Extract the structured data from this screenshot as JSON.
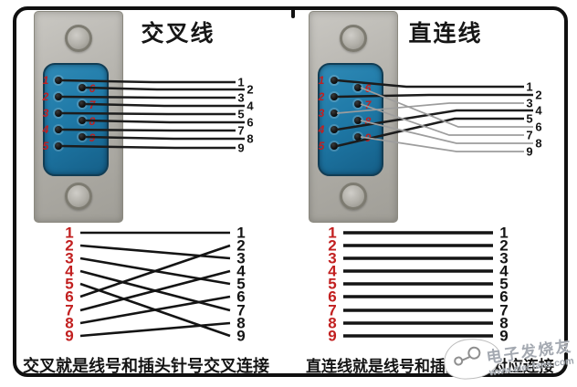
{
  "left_panel": {
    "title": "交叉线",
    "caption": "交叉就是线号和插头针号交叉连接",
    "photo": {
      "pin_numbers_col1": [
        "1",
        "2",
        "3",
        "4",
        "5"
      ],
      "pin_numbers_col2": [
        "6",
        "7",
        "8",
        "9"
      ]
    },
    "wire_labels": [
      "1",
      "2",
      "3",
      "4",
      "5",
      "6",
      "7",
      "8",
      "9"
    ],
    "photo_connections": [
      [
        1,
        1
      ],
      [
        6,
        2
      ],
      [
        2,
        3
      ],
      [
        7,
        4
      ],
      [
        3,
        5
      ],
      [
        8,
        6
      ],
      [
        4,
        7
      ],
      [
        9,
        8
      ],
      [
        5,
        9
      ]
    ],
    "photo_line_colors": [
      "dark",
      "dark",
      "dark",
      "dark",
      "dark",
      "dark",
      "dark",
      "dark",
      "dark"
    ],
    "diagram": {
      "left_labels": [
        "1",
        "2",
        "3",
        "4",
        "5",
        "6",
        "7",
        "8",
        "9"
      ],
      "right_labels": [
        "1",
        "2",
        "3",
        "4",
        "5",
        "6",
        "7",
        "8",
        "9"
      ],
      "connections": [
        [
          1,
          1
        ],
        [
          2,
          3
        ],
        [
          3,
          5
        ],
        [
          4,
          7
        ],
        [
          5,
          9
        ],
        [
          6,
          2
        ],
        [
          7,
          4
        ],
        [
          8,
          6
        ],
        [
          9,
          8
        ]
      ]
    }
  },
  "right_panel": {
    "title": "直连线",
    "caption": "直连线就是线号和插头针号对应连接",
    "photo": {
      "pin_numbers_col1": [
        "1",
        "2",
        "3",
        "4",
        "5"
      ],
      "pin_numbers_col2": [
        "6",
        "7",
        "8",
        "9"
      ]
    },
    "wire_labels": [
      "1",
      "2",
      "3",
      "4",
      "5",
      "6",
      "7",
      "8",
      "9"
    ],
    "photo_connections": [
      [
        1,
        1
      ],
      [
        2,
        2
      ],
      [
        3,
        3
      ],
      [
        4,
        4
      ],
      [
        5,
        5
      ],
      [
        6,
        6
      ],
      [
        7,
        7
      ],
      [
        8,
        8
      ],
      [
        9,
        9
      ]
    ],
    "photo_line_colors": [
      "dark",
      "dark",
      "gray",
      "dark",
      "dark",
      "gray",
      "gray",
      "gray",
      "gray"
    ],
    "diagram": {
      "left_labels": [
        "1",
        "2",
        "3",
        "4",
        "5",
        "6",
        "7",
        "8",
        "9"
      ],
      "right_labels": [
        "1",
        "2",
        "3",
        "4",
        "5",
        "6",
        "7",
        "8",
        "9"
      ],
      "connections": [
        [
          1,
          1
        ],
        [
          2,
          2
        ],
        [
          3,
          3
        ],
        [
          4,
          4
        ],
        [
          5,
          5
        ],
        [
          6,
          6
        ],
        [
          7,
          7
        ],
        [
          8,
          8
        ],
        [
          9,
          9
        ]
      ]
    }
  },
  "watermark": {
    "site_name": "电子发烧友",
    "url": "www.elecfans.com"
  },
  "colors": {
    "wire_dark": "#1c1c1c",
    "wire_gray": "#9d9d9d",
    "diagram_line": "#141414",
    "pin_label_red": "#c22020",
    "diagram_left_red": "#c22020",
    "diagram_right_black": "#151515",
    "connector_face_blue": "#1e78a6"
  }
}
